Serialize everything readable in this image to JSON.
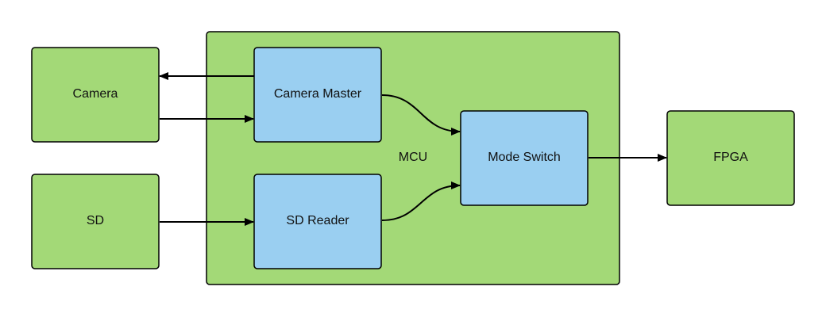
{
  "diagram": {
    "colors": {
      "green_fill": "#a3d977",
      "blue_fill": "#9acff1",
      "stroke": "#000000",
      "text": "#111111",
      "background": "#ffffff"
    },
    "container": {
      "label": "MCU"
    },
    "nodes": {
      "camera": {
        "label": "Camera"
      },
      "sd": {
        "label": "SD"
      },
      "camera_master": {
        "label": "Camera Master"
      },
      "sd_reader": {
        "label": "SD Reader"
      },
      "mode_switch": {
        "label": "Mode Switch"
      },
      "fpga": {
        "label": "FPGA"
      }
    },
    "edges": [
      {
        "from": "camera_master",
        "to": "camera"
      },
      {
        "from": "camera",
        "to": "camera_master"
      },
      {
        "from": "sd",
        "to": "sd_reader"
      },
      {
        "from": "camera_master",
        "to": "mode_switch"
      },
      {
        "from": "sd_reader",
        "to": "mode_switch"
      },
      {
        "from": "mode_switch",
        "to": "fpga"
      }
    ]
  }
}
